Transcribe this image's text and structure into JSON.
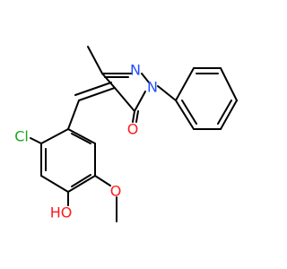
{
  "molecule": {
    "atoms": {
      "n_imine": "N",
      "n_phenyl": "N",
      "o_carbonyl": "O",
      "cl": "Cl",
      "o_methoxy": "O",
      "ho": "HO"
    },
    "colors": {
      "nitrogen": "#1f4fff",
      "oxygen": "#ff1a1a",
      "chlorine": "#1fa31f",
      "bond": "#000000",
      "background": "#ffffff"
    }
  }
}
